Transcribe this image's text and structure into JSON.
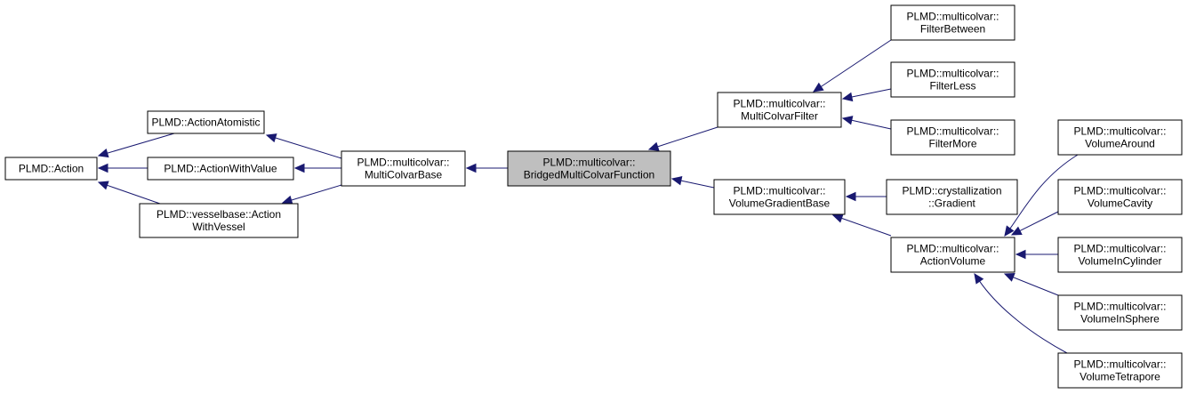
{
  "diagram": {
    "nodes": [
      {
        "id": "action",
        "lines": [
          "PLMD::Action"
        ],
        "current": false,
        "link": true
      },
      {
        "id": "action-atomistic",
        "lines": [
          "PLMD::ActionAtomistic"
        ],
        "current": false,
        "link": true
      },
      {
        "id": "action-with-value",
        "lines": [
          "PLMD::ActionWithValue"
        ],
        "current": false,
        "link": true
      },
      {
        "id": "action-with-vessel",
        "lines": [
          "PLMD::vesselbase::Action",
          "WithVessel"
        ],
        "current": false,
        "link": true
      },
      {
        "id": "multicolvar-base",
        "lines": [
          "PLMD::multicolvar::",
          "MultiColvarBase"
        ],
        "current": false,
        "link": true
      },
      {
        "id": "bridged-multicolvar-function",
        "lines": [
          "PLMD::multicolvar::",
          "BridgedMultiColvarFunction"
        ],
        "current": true,
        "link": false
      },
      {
        "id": "multicolvar-filter",
        "lines": [
          "PLMD::multicolvar::",
          "MultiColvarFilter"
        ],
        "current": false,
        "link": true
      },
      {
        "id": "volume-gradient-base",
        "lines": [
          "PLMD::multicolvar::",
          "VolumeGradientBase"
        ],
        "current": false,
        "link": true
      },
      {
        "id": "filter-between",
        "lines": [
          "PLMD::multicolvar::",
          "FilterBetween"
        ],
        "current": false,
        "link": true
      },
      {
        "id": "filter-less",
        "lines": [
          "PLMD::multicolvar::",
          "FilterLess"
        ],
        "current": false,
        "link": true
      },
      {
        "id": "filter-more",
        "lines": [
          "PLMD::multicolvar::",
          "FilterMore"
        ],
        "current": false,
        "link": true
      },
      {
        "id": "crystallization-gradient",
        "lines": [
          "PLMD::crystallization",
          "::Gradient"
        ],
        "current": false,
        "link": true
      },
      {
        "id": "action-volume",
        "lines": [
          "PLMD::multicolvar::",
          "ActionVolume"
        ],
        "current": false,
        "link": true
      },
      {
        "id": "volume-around",
        "lines": [
          "PLMD::multicolvar::",
          "VolumeAround"
        ],
        "current": false,
        "link": true
      },
      {
        "id": "volume-cavity",
        "lines": [
          "PLMD::multicolvar::",
          "VolumeCavity"
        ],
        "current": false,
        "link": true
      },
      {
        "id": "volume-in-cylinder",
        "lines": [
          "PLMD::multicolvar::",
          "VolumeInCylinder"
        ],
        "current": false,
        "link": true
      },
      {
        "id": "volume-in-sphere",
        "lines": [
          "PLMD::multicolvar::",
          "VolumeInSphere"
        ],
        "current": false,
        "link": true
      },
      {
        "id": "volume-tetrapore",
        "lines": [
          "PLMD::multicolvar::",
          "VolumeTetrapore"
        ],
        "current": false,
        "link": true
      }
    ],
    "edges": [
      {
        "from": "action-atomistic",
        "to": "action"
      },
      {
        "from": "action-with-value",
        "to": "action"
      },
      {
        "from": "action-with-vessel",
        "to": "action"
      },
      {
        "from": "multicolvar-base",
        "to": "action-atomistic"
      },
      {
        "from": "multicolvar-base",
        "to": "action-with-value"
      },
      {
        "from": "multicolvar-base",
        "to": "action-with-vessel"
      },
      {
        "from": "bridged-multicolvar-function",
        "to": "multicolvar-base"
      },
      {
        "from": "multicolvar-filter",
        "to": "bridged-multicolvar-function"
      },
      {
        "from": "volume-gradient-base",
        "to": "bridged-multicolvar-function"
      },
      {
        "from": "filter-between",
        "to": "multicolvar-filter"
      },
      {
        "from": "filter-less",
        "to": "multicolvar-filter"
      },
      {
        "from": "filter-more",
        "to": "multicolvar-filter"
      },
      {
        "from": "crystallization-gradient",
        "to": "volume-gradient-base"
      },
      {
        "from": "action-volume",
        "to": "volume-gradient-base"
      },
      {
        "from": "volume-around",
        "to": "action-volume"
      },
      {
        "from": "volume-cavity",
        "to": "action-volume"
      },
      {
        "from": "volume-in-cylinder",
        "to": "action-volume"
      },
      {
        "from": "volume-in-sphere",
        "to": "action-volume"
      },
      {
        "from": "volume-tetrapore",
        "to": "action-volume"
      }
    ],
    "colors": {
      "edge": "#191970",
      "current_fill": "#bfbfbf",
      "node_fill": "#ffffff",
      "border": "#000000"
    }
  }
}
